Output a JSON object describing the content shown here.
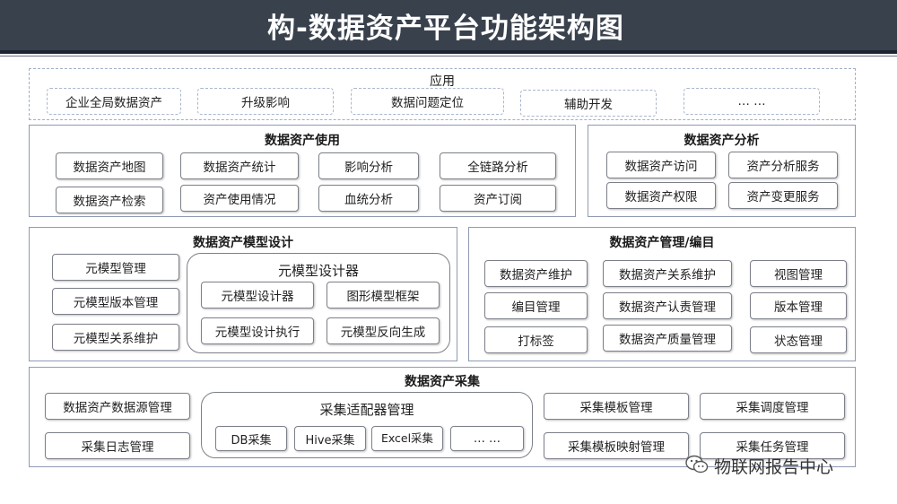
{
  "title": "构-数据资产平台功能架构图",
  "application": {
    "title": "应用",
    "items": [
      "企业全局数据资产",
      "升级影响",
      "数据问题定位",
      "辅助开发",
      "… …"
    ]
  },
  "asset_usage": {
    "title": "数据资产使用",
    "items": [
      "数据资产地图",
      "数据资产统计",
      "影响分析",
      "全链路分析",
      "数据资产检索",
      "资产使用情况",
      "血统分析",
      "资产订阅"
    ]
  },
  "asset_analysis": {
    "title": "数据资产分析",
    "items": [
      "数据资产访问",
      "资产分析服务",
      "数据资产权限",
      "资产变更服务"
    ]
  },
  "model_design": {
    "title": "数据资产模型设计",
    "items": [
      "元模型管理",
      "元模型版本管理",
      "元模型关系维护"
    ],
    "designer": {
      "title": "元模型设计器",
      "items": [
        "元模型设计器",
        "图形模型框架",
        "元模型设计执行",
        "元模型反向生成"
      ]
    }
  },
  "management": {
    "title": "数据资产管理/编目",
    "items": [
      "数据资产维护",
      "数据资产关系维护",
      "视图管理",
      "编目管理",
      "数据资产认责管理",
      "版本管理",
      "打标签",
      "数据资产质量管理",
      "状态管理"
    ]
  },
  "collection": {
    "title": "数据资产采集",
    "items": [
      "数据资产数据源管理",
      "采集日志管理",
      "采集模板管理",
      "采集调度管理",
      "采集模板映射管理",
      "采集任务管理"
    ],
    "adapter": {
      "title": "采集适配器管理",
      "items": [
        "DB采集",
        "Hive采集",
        "Excel采集",
        "… …"
      ]
    }
  },
  "watermark": "物联网报告中心"
}
